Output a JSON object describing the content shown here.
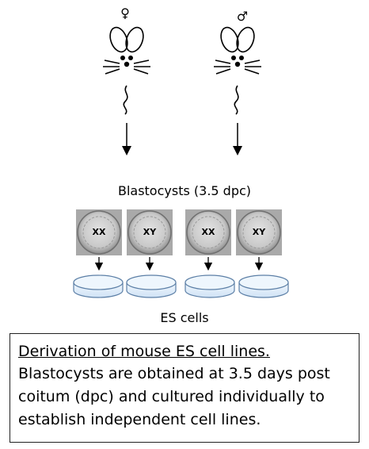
{
  "mice": [
    {
      "sex_symbol": "♀",
      "icon": "female-symbol"
    },
    {
      "sex_symbol": "♂",
      "icon": "male-symbol"
    }
  ],
  "blastocyst_label": "Blastocysts (3.5 dpc)",
  "embryos": [
    {
      "genotype": "XX"
    },
    {
      "genotype": "XY"
    },
    {
      "genotype": "XX"
    },
    {
      "genotype": "XY"
    }
  ],
  "es_label": "ES cells",
  "caption": {
    "title": "Derivation of mouse ES cell lines.",
    "body": "Blastocysts are obtained at 3.5 days post coitum (dpc) and cultured individually to establish independent cell lines."
  },
  "colors": {
    "dish_fill": "#e6f1fb",
    "dish_stroke": "#5c7fa6",
    "embryo_bg": "#b9b9b9",
    "embryo_inner": "#d9d9d9"
  }
}
